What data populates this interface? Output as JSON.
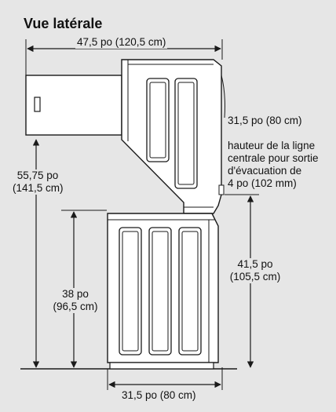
{
  "title": "Vue latérale",
  "dimensions": {
    "top_width": "47,5 po (120,5 cm)",
    "dryer_depth": "31,5 po (80 cm)",
    "vent_label": [
      "hauteur de la ligne",
      "centrale pour sortie",
      "d'évacuation de",
      "4 po (102 mm)"
    ],
    "total_height": [
      "55,75 po",
      "(141,5 cm)"
    ],
    "washer_height": [
      "38 po",
      "(96,5 cm)"
    ],
    "vent_height": [
      "41,5 po",
      "(105,5 cm)"
    ],
    "bottom_width": "31,5 po (80 cm)"
  },
  "colors": {
    "background": "#e6e6e6",
    "line": "#1a1a1a",
    "appliance": "#ffffff"
  }
}
